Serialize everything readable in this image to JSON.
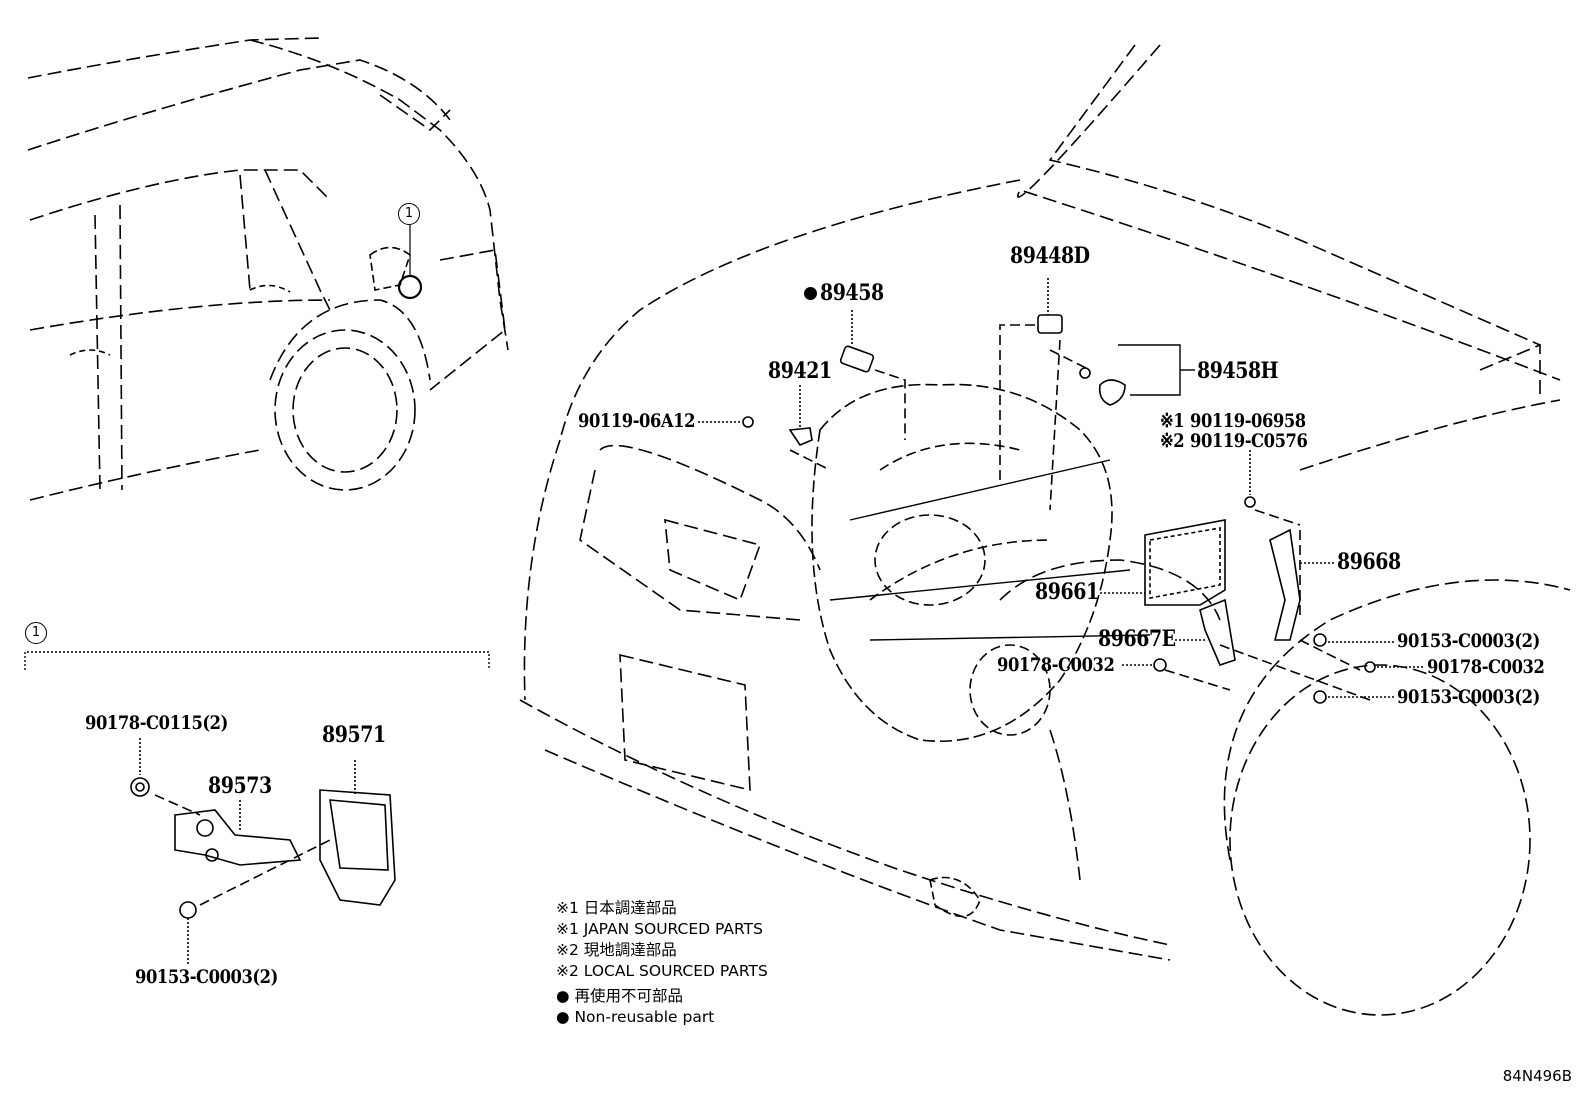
{
  "diagram": {
    "callout_ref": "1",
    "detail_ref": "1",
    "labels": {
      "p89458": "89458",
      "p89448d": "89448D",
      "p89458h": "89458H",
      "p89421": "89421",
      "p90119_06a12": "90119-06A12",
      "p90119_06958": "90119-06958",
      "p90119_c0576": "90119-C0576",
      "note1_mark": "※1",
      "note2_mark": "※2",
      "p89668": "89668",
      "p89661": "89661",
      "p89667e": "89667E",
      "p90178_c0032_a": "90178-C0032",
      "p90178_c0032_b": "90178-C0032",
      "p90153_c0003_a": "90153-C0003(2)",
      "p90153_c0003_b": "90153-C0003(2)",
      "p90178_c0115": "90178-C0115(2)",
      "p89571": "89571",
      "p89573": "89573",
      "p90153_c0003_c": "90153-C0003(2)"
    },
    "legend": [
      "※1 日本調達部品",
      "※1 JAPAN SOURCED PARTS",
      "※2 現地調達部品",
      "※2 LOCAL SOURCED PARTS",
      "● 再使用不可部品",
      "● Non-reusable part"
    ],
    "drawing_code": "84N496B"
  }
}
